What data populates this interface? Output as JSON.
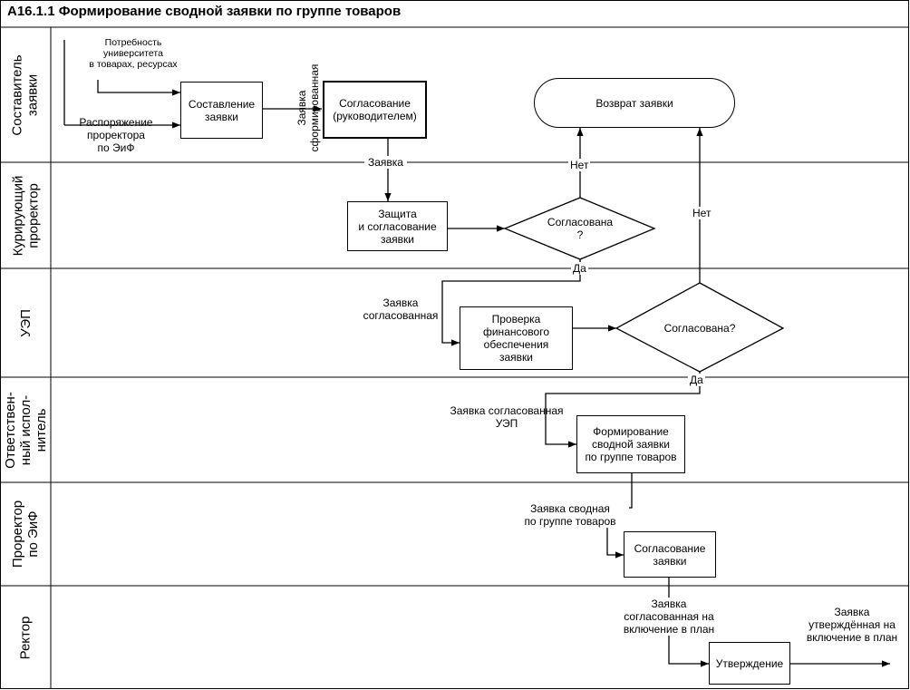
{
  "title": "А16.1.1 Формирование сводной заявки по группе товаров",
  "lanes": [
    {
      "label": "Составитель\nзаявки"
    },
    {
      "label": "Курирующий\nпроректор"
    },
    {
      "label": "УЭП"
    },
    {
      "label": "Ответствен-\nный испол-\nнитель"
    },
    {
      "label": "Проректор\nпо ЭиФ"
    },
    {
      "label": "Ректор"
    }
  ],
  "nodes": {
    "compose": "Составление\nзаявки",
    "approve_head": "Согласование\n(руководителем)",
    "return": "Возврат заявки",
    "protect": "Защита\nи согласование\nзаявки",
    "decision1": "Согласована\n?",
    "check": "Проверка\nфинансового\nобеспечения\nзаявки",
    "decision2": "Согласована?",
    "form_summary": "Формирование\nсводной заявки\nпо группе товаров",
    "approve_prorector": "Согласование\nзаявки",
    "final_approve": "Утверждение"
  },
  "labels": {
    "need": "Потребность\nуниверситета\nв товарах, ресурсах",
    "order": "Распоряжение\nпроректора\nпо ЭиФ",
    "formed": "Заявка\nсформированная",
    "request": "Заявка",
    "no1": "Нет",
    "no2": "Нет",
    "yes1": "Да",
    "yes2": "Да",
    "agreed": "Заявка\nсогласованная",
    "agreed_uep": "Заявка согласованная\nУЭП",
    "summary": "Заявка сводная\nпо группе товаров",
    "agreed_plan": "Заявка\nсогласованная на\nвключение в план",
    "approved_plan": "Заявка\nутверждённая на\nвключение в план"
  }
}
